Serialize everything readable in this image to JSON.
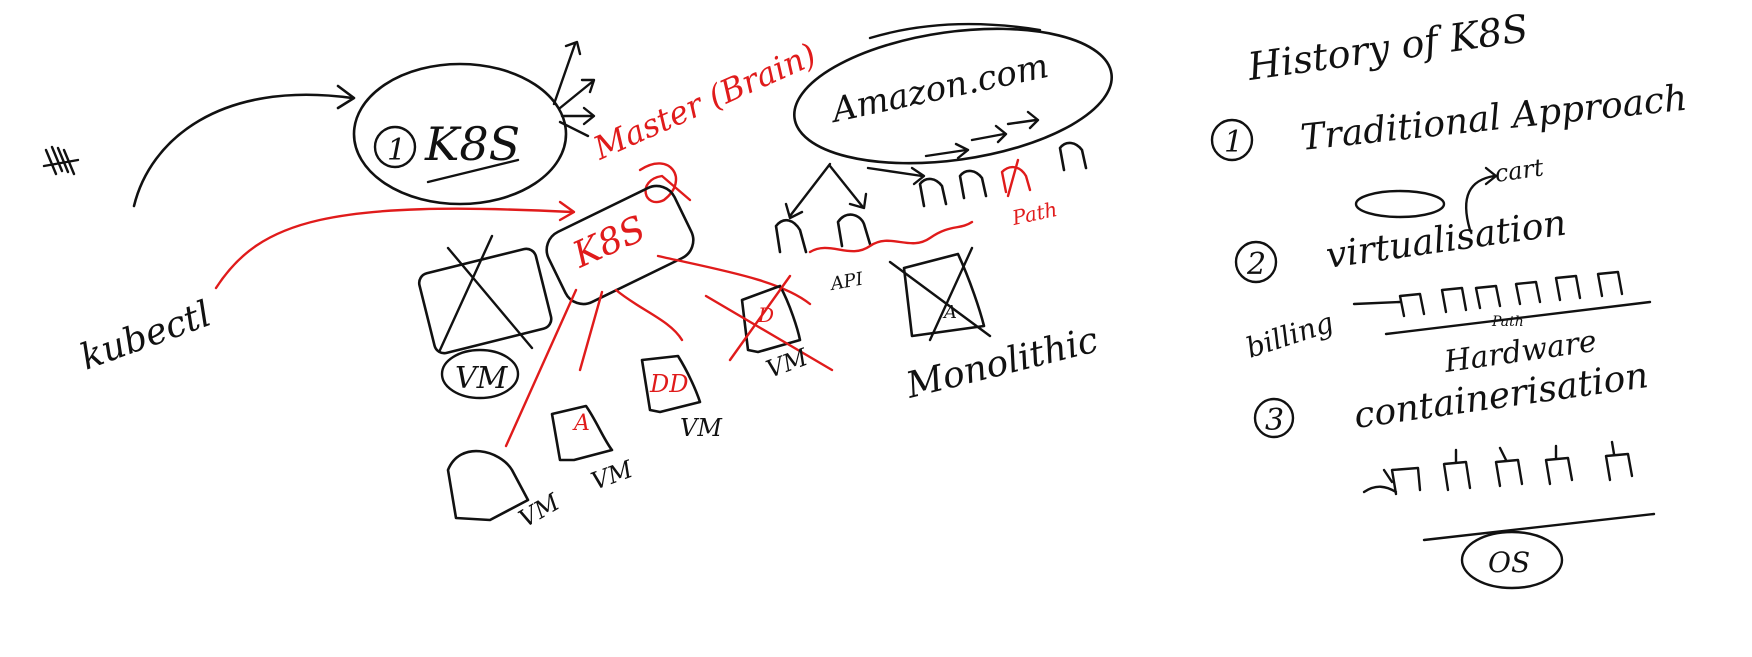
{
  "left": {
    "tally": "||||",
    "k8s_top_number": "1",
    "k8s_top": "K8S",
    "master_label": "Master (Brain)",
    "k8s_master": "K8S",
    "kubectl": "kubectl",
    "vm": "VM",
    "container_a": "A",
    "container_dd": "DD"
  },
  "middle": {
    "amazon": "Amazon.com",
    "api": "API",
    "path": "Path",
    "monolithic": "Monolithic",
    "mono_box_letter": "A"
  },
  "right": {
    "title": "History of K8S",
    "item1_num": "1",
    "item1": "Traditional Approach",
    "cart": "cart",
    "item2_num": "2",
    "item2": "virtualisation",
    "billing": "billing",
    "path": "Path",
    "hardware": "Hardware",
    "item3_num": "3",
    "item3": "containerisation",
    "os": "OS"
  },
  "colors": {
    "ink": "#111111",
    "red": "#e01b1b"
  }
}
